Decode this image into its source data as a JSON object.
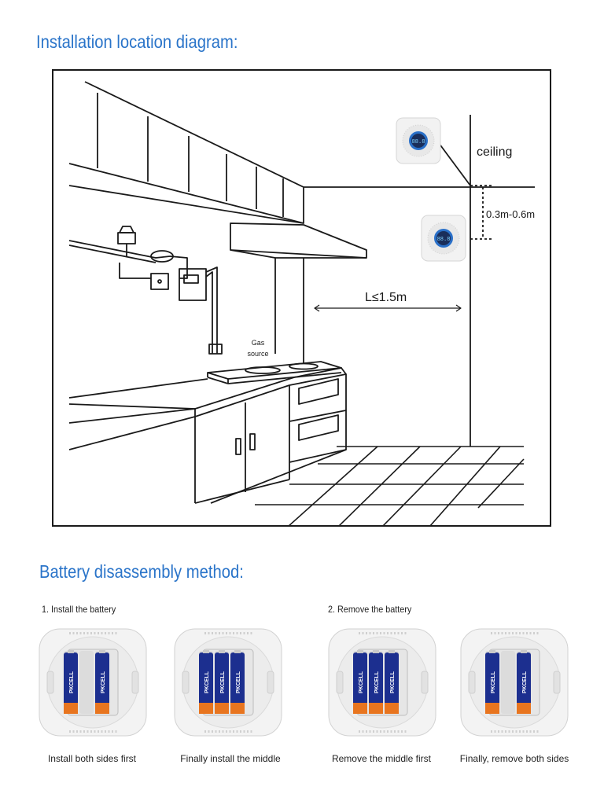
{
  "installation": {
    "title": "Installation location diagram:",
    "labels": {
      "ceiling": "ceiling",
      "distance_from_ceiling": "0.3m-0.6m",
      "max_distance": "L≤1.5m",
      "gas_source_line1": "Gas",
      "gas_source_line2": "source"
    },
    "detector_display": "88.8"
  },
  "battery": {
    "title": "Battery disassembly method:",
    "steps": [
      {
        "label": "1. Install the battery"
      },
      {
        "label": "2. Remove the battery"
      }
    ],
    "photos": [
      {
        "caption": "Install both sides first",
        "batteries": [
          "left",
          "right"
        ]
      },
      {
        "caption": "Finally install the middle",
        "batteries": [
          "left",
          "middle",
          "right"
        ]
      },
      {
        "caption": "Remove the middle first",
        "batteries": [
          "left",
          "middle",
          "right"
        ]
      },
      {
        "caption": "Finally, remove both sides",
        "batteries": [
          "left",
          "right"
        ]
      }
    ],
    "battery_brand": "PKCELL",
    "colors": {
      "battery_blue": "#1c2f8f",
      "battery_orange": "#e8751f",
      "title_blue": "#2a74c9"
    }
  }
}
